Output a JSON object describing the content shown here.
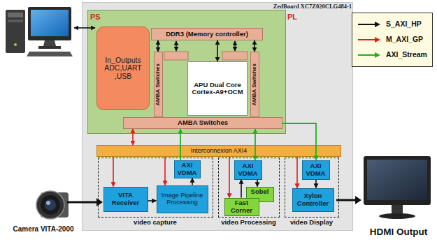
{
  "diagram": {
    "nodes": [
      {
        "text": [
          "ZedBoard XC7Z020CLG484-1",
          "PL"
        ]
      },
      {
        "text": [
          "PS"
        ],
        "in": 0
      },
      {
        "text": [
          "In_Outputs ADC,UART ,USB"
        ],
        "in": 1
      },
      {
        "text": [
          "DDR3 (Memory controller)"
        ],
        "in": 1
      },
      {
        "text": [
          "AMBA Switches"
        ],
        "in": 1
      },
      {
        "text": [
          "APU Dual Core Cortex-A9+OCM"
        ],
        "in": 1
      },
      {
        "text": [
          "AMBA Switches"
        ],
        "in": 1
      },
      {
        "text": [
          "AMBA Switches"
        ],
        "in": 1
      },
      {
        "text": [
          "Interconnexion AXI4"
        ],
        "in": 0
      },
      {
        "text": [
          "video capture"
        ],
        "in": 0
      },
      {
        "text": [
          "VITA Receiver"
        ],
        "in": 9
      },
      {
        "text": [
          "AXI VDMA"
        ],
        "in": 9
      },
      {
        "text": [
          "Image Pipeline Processing"
        ],
        "in": 9
      },
      {
        "text": [
          "video Processing"
        ],
        "in": 0
      },
      {
        "text": [
          "AXI VDMA"
        ],
        "in": 13
      },
      {
        "text": [
          "Sobel"
        ],
        "in": 13
      },
      {
        "text": [
          "Fast Corner"
        ],
        "in": 13
      },
      {
        "text": [
          "video Display"
        ],
        "in": 0
      },
      {
        "text": [
          "AXI VDMA"
        ],
        "in": 17
      },
      {
        "text": [
          "Xylon Controller"
        ],
        "in": 17
      }
    ],
    "edges": [
      {
        "from": 3,
        "to": 4,
        "arrow": "both"
      },
      {
        "from": 3,
        "to": 6,
        "arrow": "both"
      },
      {
        "from": 3,
        "to": 5,
        "arrow": "both"
      },
      {
        "from": 8,
        "to": 10,
        "arrow": "to"
      },
      {
        "from": 8,
        "to": 12,
        "arrow": "to"
      },
      {
        "from": 8,
        "to": 16,
        "arrow": "to"
      },
      {
        "from": 8,
        "to": 19,
        "arrow": "to"
      },
      {
        "from": 11,
        "to": 7,
        "arrow": "to"
      },
      {
        "from": 14,
        "to": 7,
        "arrow": "both"
      },
      {
        "from": 7,
        "to": 18,
        "arrow": "to"
      },
      {
        "from": 10,
        "to": 12,
        "arrow": "to"
      },
      {
        "from": 12,
        "to": 11,
        "arrow": "to"
      },
      {
        "from": 14,
        "to": 15,
        "arrow": "to"
      },
      {
        "from": 16,
        "to": 14,
        "arrow": "to"
      },
      {
        "from": 18,
        "to": 19,
        "arrow": "to"
      },
      {
        "from": 7,
        "to": 8,
        "arrow": "both"
      }
    ],
    "labels": [
      "Camera VITA-2000",
      "HDMI Output"
    ],
    "legend": [
      {
        "text": "S_AXI_HP"
      },
      {
        "text": "M_AXI_GP"
      },
      {
        "text": "AXI_Stream"
      }
    ]
  }
}
